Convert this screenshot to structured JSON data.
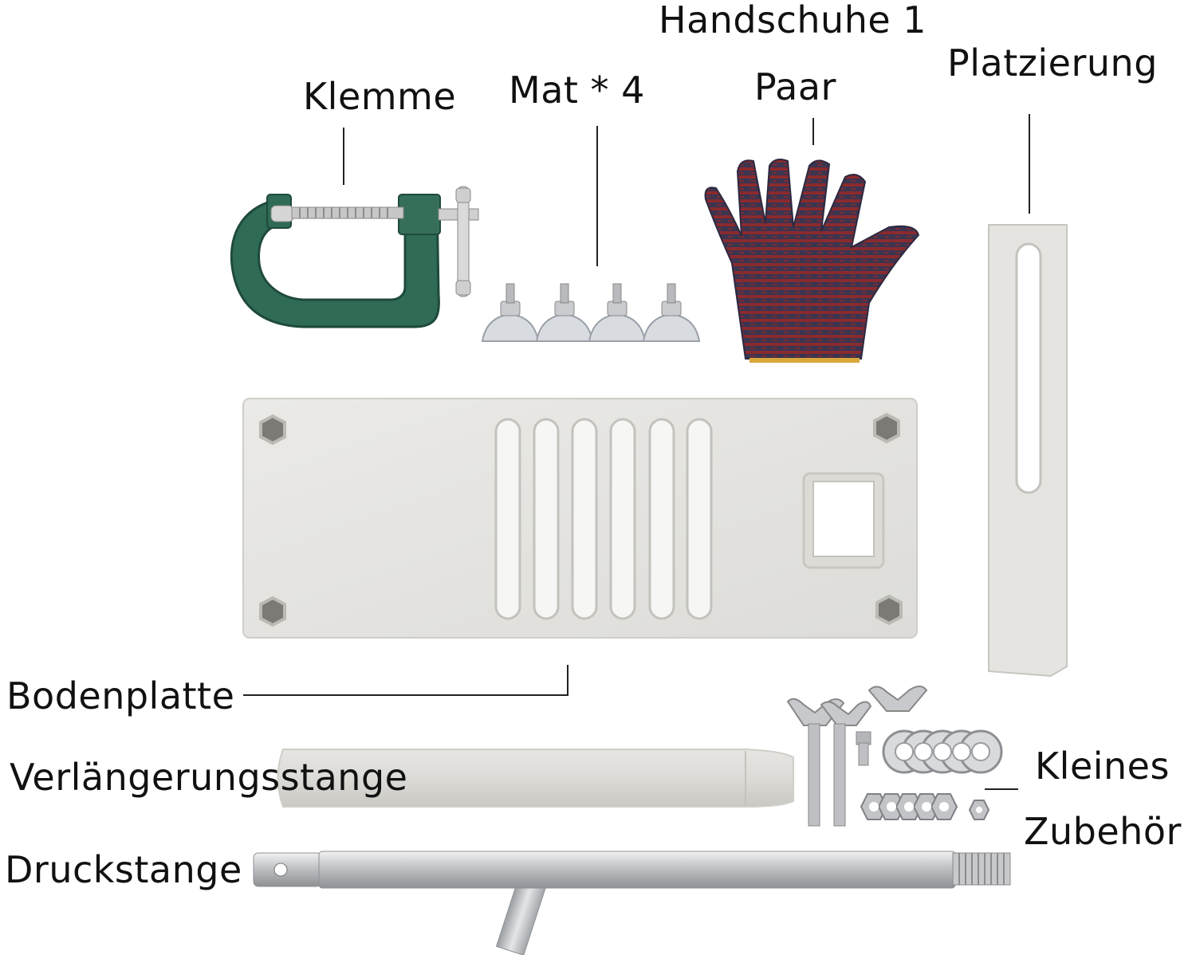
{
  "labels": {
    "clamp": "Klemme",
    "mats": "Mat * 4",
    "gloves_line1": "Handschuhe 1",
    "gloves_line2": "Paar",
    "placement": "Platzierung",
    "base_plate": "Bodenplatte",
    "extension_rod": "Verlängerungsstange",
    "small_parts_line1": "Kleines",
    "small_parts_line2": "Zubehör",
    "push_rod": "Druckstange"
  },
  "colors": {
    "clamp_green": "#2f6b55",
    "metal_light": "#e4e3df",
    "glove_red": "#8a2a2e",
    "glove_dark": "#3a3550",
    "steel": "#c9cacc"
  }
}
